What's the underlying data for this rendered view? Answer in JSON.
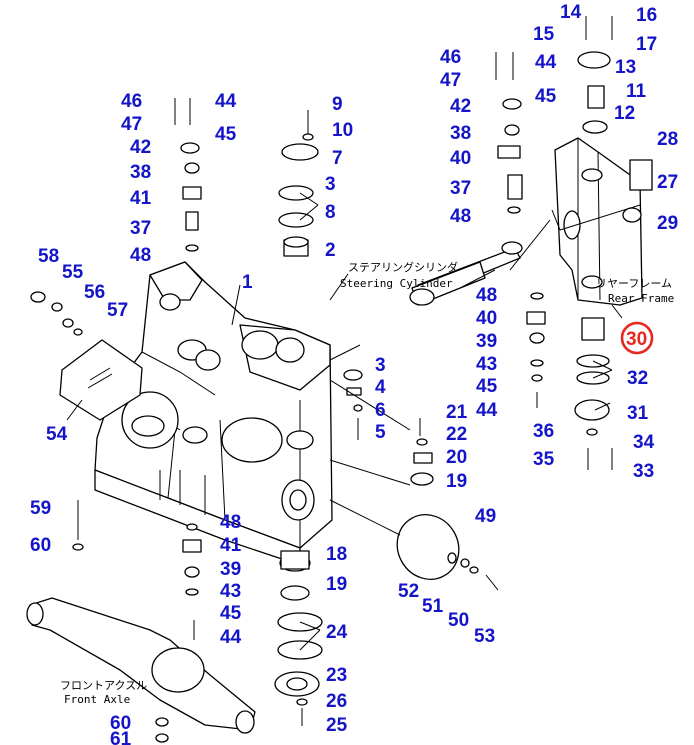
{
  "diagram": {
    "highlight": {
      "label": "30",
      "color": "#e8281e"
    },
    "label_color": "#1414c8",
    "notes": {
      "steering_jp": "ステアリングシリンダ",
      "steering_en": "Steering Cylinder",
      "rear_frame_jp": "リヤーフレーム",
      "rear_frame_en": "Rear Frame",
      "front_axle_jp": "フロントアクスル",
      "front_axle_en": "Front Axle"
    },
    "callouts": [
      {
        "id": "c14",
        "label": "14"
      },
      {
        "id": "c16",
        "label": "16"
      },
      {
        "id": "c15",
        "label": "15"
      },
      {
        "id": "c17",
        "label": "17"
      },
      {
        "id": "c46r",
        "label": "46"
      },
      {
        "id": "c44r",
        "label": "44"
      },
      {
        "id": "c13",
        "label": "13"
      },
      {
        "id": "c47r",
        "label": "47"
      },
      {
        "id": "c11",
        "label": "11"
      },
      {
        "id": "c42r",
        "label": "42"
      },
      {
        "id": "c45r",
        "label": "45"
      },
      {
        "id": "c12",
        "label": "12"
      },
      {
        "id": "c38r",
        "label": "38"
      },
      {
        "id": "c28",
        "label": "28"
      },
      {
        "id": "c40r",
        "label": "40"
      },
      {
        "id": "c37r",
        "label": "37"
      },
      {
        "id": "c27",
        "label": "27"
      },
      {
        "id": "c48r",
        "label": "48"
      },
      {
        "id": "c29",
        "label": "29"
      },
      {
        "id": "c48m",
        "label": "48"
      },
      {
        "id": "c40m",
        "label": "40"
      },
      {
        "id": "c39m",
        "label": "39"
      },
      {
        "id": "c43m",
        "label": "43"
      },
      {
        "id": "c45m",
        "label": "45"
      },
      {
        "id": "c44m",
        "label": "44"
      },
      {
        "id": "c32",
        "label": "32"
      },
      {
        "id": "c31",
        "label": "31"
      },
      {
        "id": "c36",
        "label": "36"
      },
      {
        "id": "c34",
        "label": "34"
      },
      {
        "id": "c35",
        "label": "35"
      },
      {
        "id": "c33",
        "label": "33"
      },
      {
        "id": "c46l",
        "label": "46"
      },
      {
        "id": "c44l",
        "label": "44"
      },
      {
        "id": "c47l",
        "label": "47"
      },
      {
        "id": "c45l",
        "label": "45"
      },
      {
        "id": "c42l",
        "label": "42"
      },
      {
        "id": "c38l",
        "label": "38"
      },
      {
        "id": "c41l",
        "label": "41"
      },
      {
        "id": "c37l",
        "label": "37"
      },
      {
        "id": "c48l",
        "label": "48"
      },
      {
        "id": "c9",
        "label": "9"
      },
      {
        "id": "c10",
        "label": "10"
      },
      {
        "id": "c7",
        "label": "7"
      },
      {
        "id": "c3a",
        "label": "3"
      },
      {
        "id": "c8",
        "label": "8"
      },
      {
        "id": "c2",
        "label": "2"
      },
      {
        "id": "c1",
        "label": "1"
      },
      {
        "id": "c58",
        "label": "58"
      },
      {
        "id": "c55",
        "label": "55"
      },
      {
        "id": "c56",
        "label": "56"
      },
      {
        "id": "c57",
        "label": "57"
      },
      {
        "id": "c54",
        "label": "54"
      },
      {
        "id": "c3b",
        "label": "3"
      },
      {
        "id": "c4",
        "label": "4"
      },
      {
        "id": "c6",
        "label": "6"
      },
      {
        "id": "c5",
        "label": "5"
      },
      {
        "id": "c21",
        "label": "21"
      },
      {
        "id": "c22",
        "label": "22"
      },
      {
        "id": "c20",
        "label": "20"
      },
      {
        "id": "c19a",
        "label": "19"
      },
      {
        "id": "c49",
        "label": "49"
      },
      {
        "id": "c59",
        "label": "59"
      },
      {
        "id": "c60a",
        "label": "60"
      },
      {
        "id": "c48b",
        "label": "48"
      },
      {
        "id": "c41b",
        "label": "41"
      },
      {
        "id": "c39b",
        "label": "39"
      },
      {
        "id": "c43b",
        "label": "43"
      },
      {
        "id": "c45b",
        "label": "45"
      },
      {
        "id": "c44b",
        "label": "44"
      },
      {
        "id": "c18",
        "label": "18"
      },
      {
        "id": "c19b",
        "label": "19"
      },
      {
        "id": "c24",
        "label": "24"
      },
      {
        "id": "c23",
        "label": "23"
      },
      {
        "id": "c26",
        "label": "26"
      },
      {
        "id": "c25",
        "label": "25"
      },
      {
        "id": "c52",
        "label": "52"
      },
      {
        "id": "c51",
        "label": "51"
      },
      {
        "id": "c50",
        "label": "50"
      },
      {
        "id": "c53",
        "label": "53"
      },
      {
        "id": "c60b",
        "label": "60"
      },
      {
        "id": "c61",
        "label": "61"
      }
    ]
  }
}
